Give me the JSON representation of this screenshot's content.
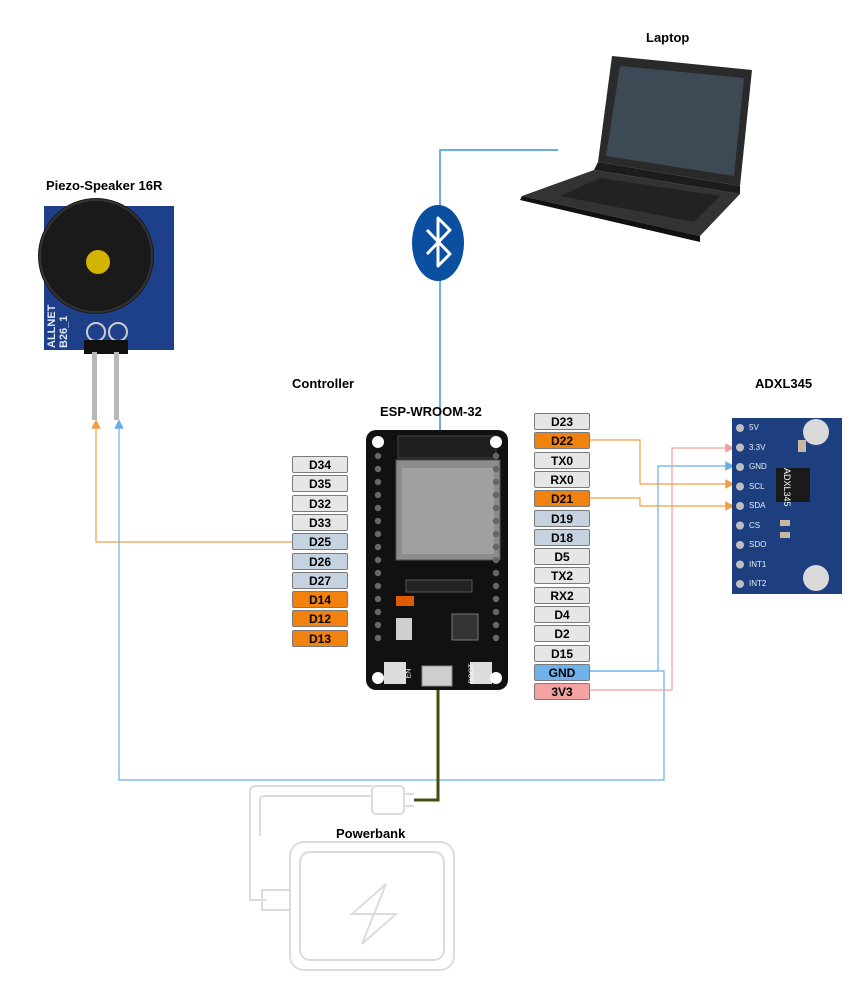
{
  "titles": {
    "laptop": "Laptop",
    "piezo": "Piezo-Speaker 16R",
    "controller": "Controller",
    "esp": "ESP-WROOM-32",
    "adxl": "ADXL345",
    "powerbank": "Powerbank"
  },
  "left_pins": [
    {
      "label": "D34",
      "style": "plain"
    },
    {
      "label": "D35",
      "style": "plain"
    },
    {
      "label": "D32",
      "style": "plain"
    },
    {
      "label": "D33",
      "style": "plain"
    },
    {
      "label": "D25",
      "style": "blue"
    },
    {
      "label": "D26",
      "style": "blue"
    },
    {
      "label": "D27",
      "style": "blue"
    },
    {
      "label": "D14",
      "style": "orange"
    },
    {
      "label": "D12",
      "style": "orange"
    },
    {
      "label": "D13",
      "style": "orange"
    }
  ],
  "right_pins": [
    {
      "label": "D23",
      "style": "plain"
    },
    {
      "label": "D22",
      "style": "orange"
    },
    {
      "label": "TX0",
      "style": "plain"
    },
    {
      "label": "RX0",
      "style": "plain"
    },
    {
      "label": "D21",
      "style": "orange"
    },
    {
      "label": "D19",
      "style": "blue"
    },
    {
      "label": "D18",
      "style": "blue"
    },
    {
      "label": "D5",
      "style": "plain"
    },
    {
      "label": "TX2",
      "style": "plain"
    },
    {
      "label": "RX2",
      "style": "plain"
    },
    {
      "label": "D4",
      "style": "plain"
    },
    {
      "label": "D2",
      "style": "plain"
    },
    {
      "label": "D15",
      "style": "plain"
    },
    {
      "label": "GND",
      "style": "gnd"
    },
    {
      "label": "3V3",
      "style": "v33"
    }
  ],
  "adxl_pins": [
    "5V",
    "3.3V",
    "GND",
    "SCL",
    "SDA",
    "CS",
    "SDO",
    "INT1",
    "INT2"
  ],
  "adxl_chip_label": "ADXL345",
  "piezo_print": [
    "ALLNET",
    "B26_1"
  ],
  "esp_buttons": [
    "EN",
    "BOOT"
  ],
  "colors": {
    "orange_wire": "#f0a040",
    "blue_wire": "#6aaee8",
    "red_wire": "#f0a0a0",
    "power_wire": "#4a4a10",
    "bluetooth": "#0a4fa0"
  },
  "icons": [
    "laptop-icon",
    "bluetooth-icon",
    "piezo-buzzer-icon",
    "esp32-board-icon",
    "adxl345-board-icon",
    "powerbank-icon"
  ]
}
